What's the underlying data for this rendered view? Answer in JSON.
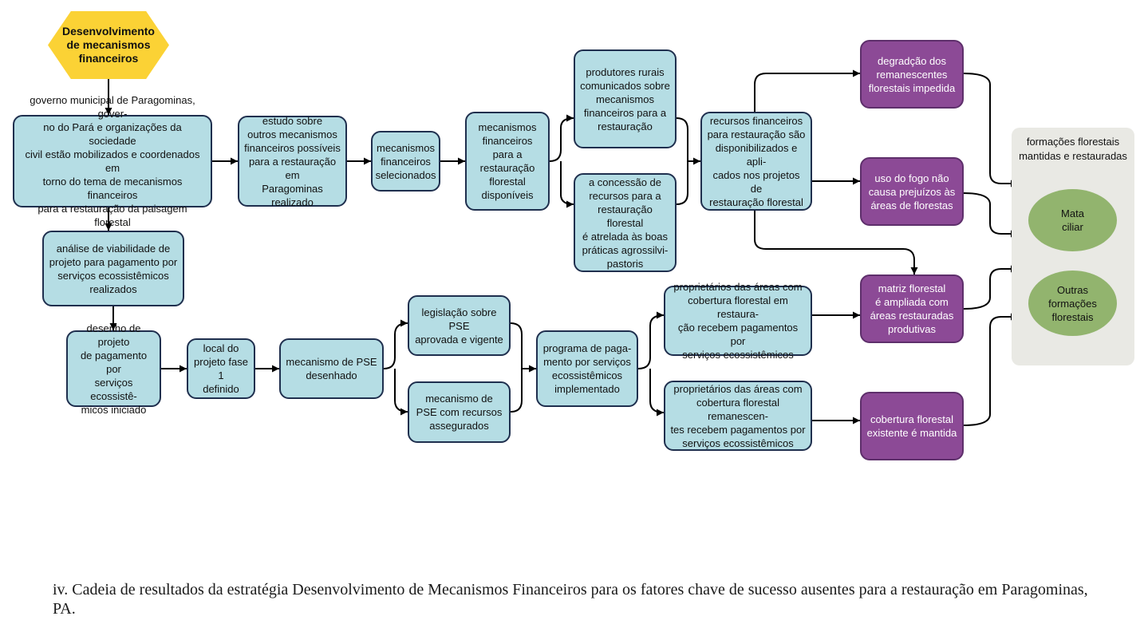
{
  "diagram": {
    "start": "Desenvolvimento\nde mecanismos\nfinanceiros",
    "n_governo": "governo municipal de Paragominas, gover-\nno do Pará e organizações da sociedade\ncivil estão mobilizados e coordenados em\ntorno do tema de mecanismos financeiros\npara a restauração da paisagem florestal",
    "n_estudo": "estudo sobre\noutros mecanismos\nfinanceiros possíveis\npara a restauração em\nParagominas realizado",
    "n_selecionados": "mecanismos\nfinanceiros\nselecionados",
    "n_disponiveis": "mecanismos\nfinanceiros\npara a\nrestauração\nflorestal\ndisponíveis",
    "n_produtores": "produtores rurais\ncomunicados sobre\nmecanismos\nfinanceiros para a\nrestauração",
    "n_concessao": "a concessão de\nrecursos para a\nrestauração florestal\né atrelada às boas\npráticas agrossilvi-\npastoris",
    "n_recursos": "recursos financeiros\npara restauração são\ndisponibilizados e apli-\ncados nos projetos de\nrestauração florestal",
    "n_degradacao": "degradção dos\nremanescentes\nflorestais impedida",
    "n_fogo": "uso do fogo não\ncausa prejuízos às\náreas de florestas",
    "n_matriz": "matriz florestal\né ampliada com\náreas restauradas\nprodutivas",
    "n_cobertura": "cobertura florestal\nexistente é mantida",
    "n_analise": "análise de viabilidade de\nprojeto para pagamento por\nserviços ecossistêmicos\nrealizados",
    "n_desenho": "desenho de projeto\nde pagamento por\nserviços ecossistê-\nmicos iniciado",
    "n_local": "local do\nprojeto fase 1\ndefinido",
    "n_mecpse": "mecanismo de PSE\ndesenhado",
    "n_legislacao": "legislação sobre PSE\naprovada e vigente",
    "n_recpse": "mecanismo de\nPSE com recursos\nassegurados",
    "n_programa": "programa de paga-\nmento por serviços\necossistêmicos\nimplementado",
    "n_prop_rest": "proprietários das áreas com\ncobertura florestal em restaura-\nção recebem pagamentos por\nserviços ecossistêmicos",
    "n_prop_rem": "proprietários das áreas com\ncobertura florestal remanescen-\ntes recebem pagamentos por\nserviços ecossistêmicos",
    "panel_title": "formações florestais\nmantidas e restauradas",
    "g_mata": "Mata\nciliar",
    "g_outras": "Outras\nformações\nflorestais"
  },
  "caption": "iv. Cadeia de resultados da estratégia Desenvolvimento de Mecanismos Financeiros para os fatores chave de sucesso ausentes para a restauração em Paragominas, PA.",
  "colors": {
    "blue_fill": "#b5dde4",
    "purple_fill": "#8c4a96",
    "green_fill": "#92b46e",
    "start_fill": "#fbd235",
    "panel_fill": "#e9e9e4"
  }
}
